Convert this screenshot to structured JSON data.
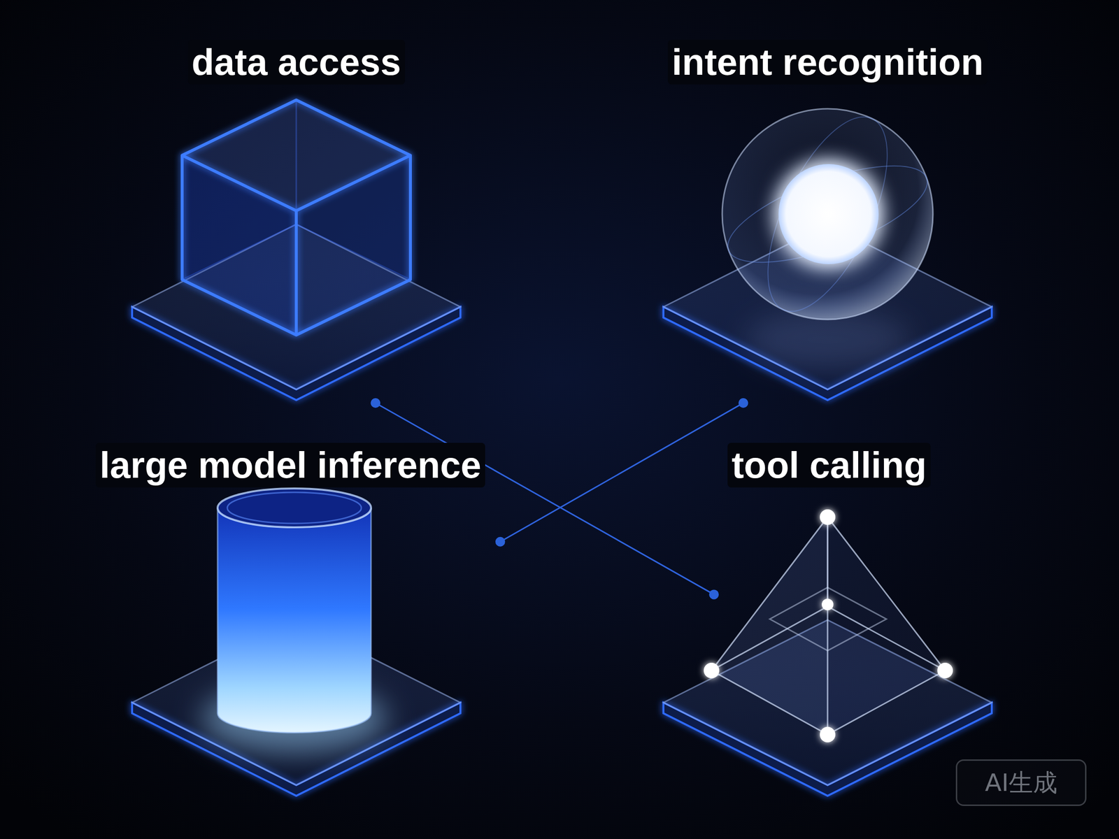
{
  "diagram": {
    "nodes": [
      {
        "text": [
          "data access"
        ]
      },
      {
        "text": [
          "intent recognition"
        ]
      },
      {
        "text": [
          "large model inference"
        ]
      },
      {
        "text": [
          "tool calling"
        ]
      }
    ],
    "edges": [
      {
        "from": 0,
        "to": 3,
        "arrow": "none"
      },
      {
        "from": 1,
        "to": 2,
        "arrow": "none"
      }
    ],
    "labels": [
      "AI生成"
    ]
  }
}
